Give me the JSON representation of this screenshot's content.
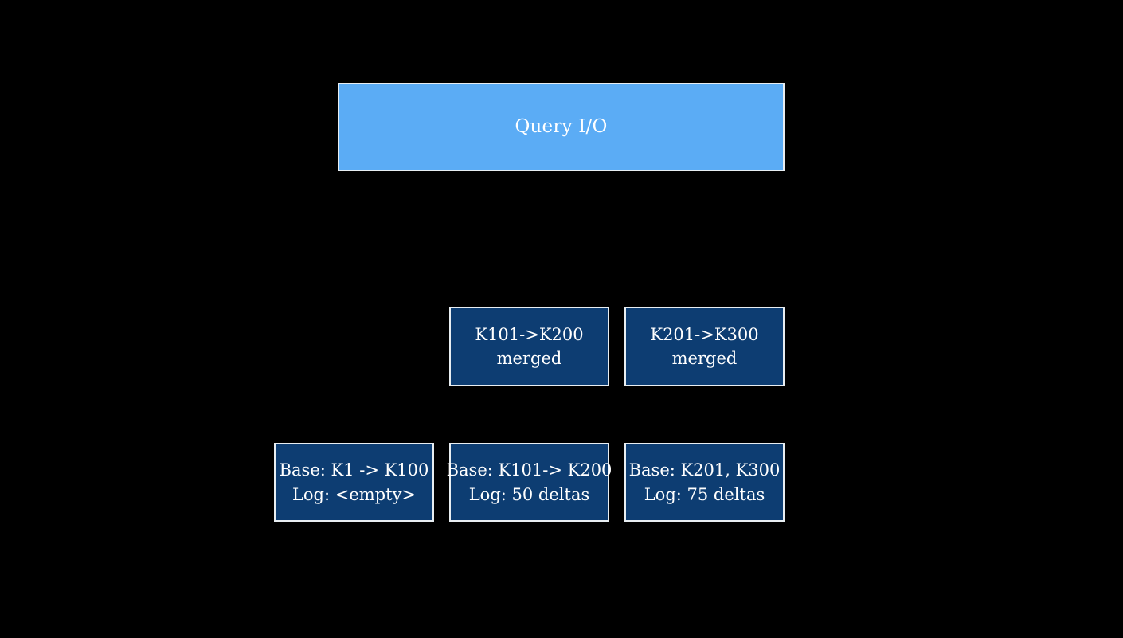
{
  "diagram": {
    "title_text": "Query I/O",
    "background_color": "#000000",
    "colors": {
      "query_box_fill": "#5bacf5",
      "segment_box_fill": "#0d3d72",
      "box_border": "#e8eef2",
      "text": "#ffffff"
    },
    "query_node": {
      "label": "Query I/O"
    },
    "merged_row": [
      {
        "line1": "K101->K200",
        "line2": "merged"
      },
      {
        "line1": "K201->K300",
        "line2": "merged"
      }
    ],
    "segment_row": [
      {
        "line1": "Base: K1 -> K100",
        "line2": "Log: <empty>"
      },
      {
        "line1": "Base: K101-> K200",
        "line2": "Log: 50 deltas"
      },
      {
        "line1": "Base: K201, K300",
        "line2": "Log: 75 deltas"
      }
    ]
  }
}
